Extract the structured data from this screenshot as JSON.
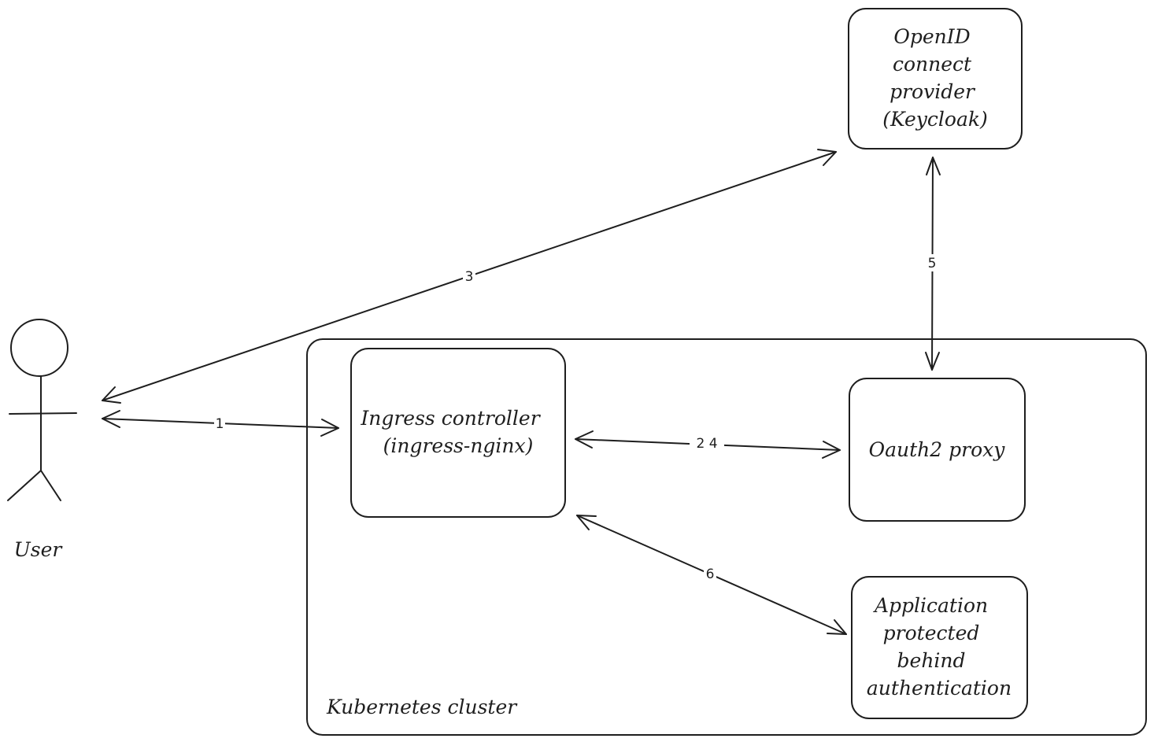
{
  "nodes": {
    "user": {
      "label": "User"
    },
    "cluster": {
      "label": "Kubernetes cluster"
    },
    "oidc": {
      "lines": [
        "OpenID",
        "connect",
        "provider",
        "(Keycloak)"
      ]
    },
    "ingress": {
      "lines": [
        "Ingress controller",
        "(ingress-nginx)"
      ]
    },
    "oauth2": {
      "lines": [
        "Oauth2 proxy"
      ]
    },
    "app": {
      "lines": [
        "Application",
        "protected",
        "behind",
        "authentication"
      ]
    }
  },
  "edges": {
    "user_ingress": {
      "label": "1"
    },
    "ingress_oauth2": {
      "label": "2 4"
    },
    "user_oidc": {
      "label": "3"
    },
    "oidc_oauth2": {
      "label": "5"
    },
    "ingress_app": {
      "label": "6"
    }
  },
  "colors": {
    "stroke": "#1e1e1e",
    "background": "#ffffff"
  }
}
